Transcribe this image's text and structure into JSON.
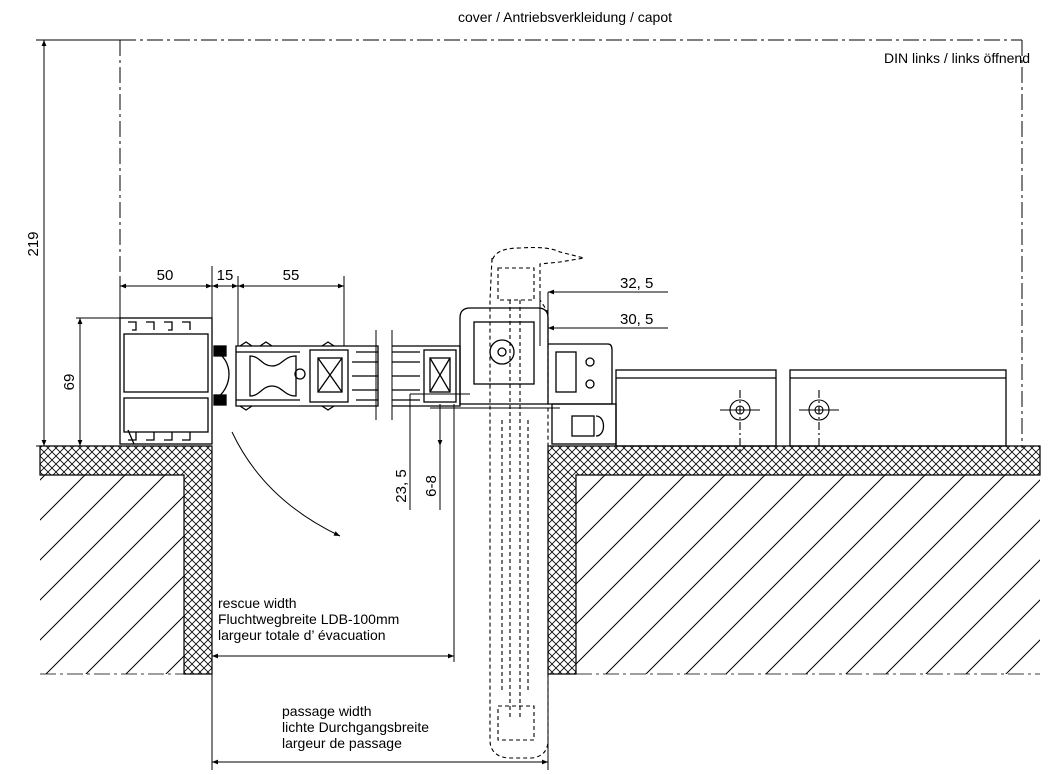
{
  "title": "cover / Antriebsverkleidung / capot",
  "din_label": "DIN links / links öffnend",
  "dimensions": {
    "overall_height": "219",
    "profile_height": "69",
    "frame_width": "50",
    "gap": "15",
    "sash_width": "55",
    "offset_a": "32, 5",
    "offset_b": "30, 5",
    "offset_c": "23, 5",
    "offset_d": "6-8"
  },
  "rescue_width": {
    "line1": "rescue width",
    "line2": "Fluchtwegbreite LDB-100mm",
    "line3": "largeur totale d’ évacuation"
  },
  "passage_width": {
    "line1": "passage width",
    "line2": "lichte Durchgangsbreite",
    "line3": "largeur de passage"
  }
}
